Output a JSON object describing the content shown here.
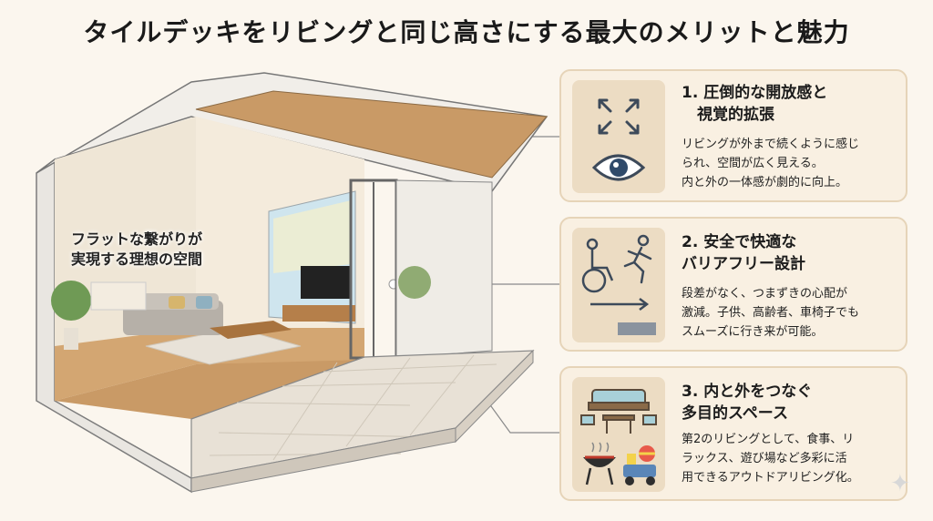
{
  "title": "タイルデッキをリビングと同じ高さにする最大のメリットと魅力",
  "illustration": {
    "caption_lines": [
      "フラットな繋がりが",
      "実現する理想の空間"
    ]
  },
  "cards": [
    {
      "heading_lines": [
        "1. 圧倒的な開放感と",
        "　視覚的拡張"
      ],
      "desc_lines": [
        "リビングが外まで続くように感じ",
        "られ、空間が広く見える。",
        "内と外の一体感が劇的に向上。"
      ],
      "icons": [
        "expand-arrows-icon",
        "eye-icon"
      ]
    },
    {
      "heading_lines": [
        "2. 安全で快適な",
        "バリアフリー設計"
      ],
      "desc_lines": [
        "段差がなく、つまずきの心配が",
        "激減。子供、高齢者、車椅子でも",
        "スムーズに行き来が可能。"
      ],
      "icons": [
        "wheelchair-icon",
        "running-person-icon",
        "flat-step-icon"
      ]
    },
    {
      "heading_lines": [
        "3. 内と外をつなぐ",
        "多目的スペース"
      ],
      "desc_lines": [
        "第2のリビングとして、食事、リ",
        "ラックス、遊び場など多彩に活",
        "用できるアウトドアリビング化。"
      ],
      "icons": [
        "outdoor-furniture-icon",
        "bbq-grill-icon",
        "toy-wagon-icon"
      ]
    }
  ],
  "colors": {
    "background": "#fbf6ee",
    "card_bg": "#f9f0e2",
    "card_border": "#e6d4b8",
    "icon_bg": "#ecdcc3",
    "icon_stroke": "#3d4a5a",
    "wood": "#c99a66",
    "tile": "#e8e1d6"
  }
}
